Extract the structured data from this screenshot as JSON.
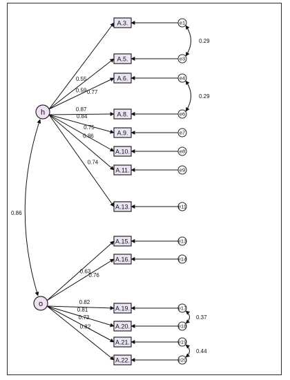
{
  "latents": [
    {
      "id": "h",
      "label": "h"
    },
    {
      "id": "o",
      "label": "o"
    }
  ],
  "factor_correlation": "0.86",
  "indicators": [
    {
      "label": "A.3.",
      "factor": "h",
      "loading": "0.55",
      "error": "e1"
    },
    {
      "label": "A.5.",
      "factor": "h",
      "loading": "0.59",
      "error": "e3"
    },
    {
      "label": "A.6.",
      "factor": "h",
      "loading": "0.77",
      "error": "e4"
    },
    {
      "label": "A.8.",
      "factor": "h",
      "loading": "0.87",
      "error": "e6"
    },
    {
      "label": "A.9.",
      "factor": "h",
      "loading": "0.84",
      "error": "e7"
    },
    {
      "label": "A.10.",
      "factor": "h",
      "loading": "0.75",
      "error": "e8"
    },
    {
      "label": "A.11.",
      "factor": "h",
      "loading": "0.86",
      "error": "e9"
    },
    {
      "label": "A.13.",
      "factor": "h",
      "loading": "0.74",
      "error": "e11"
    },
    {
      "label": "A.15.",
      "factor": "o",
      "loading": "0.63",
      "error": "e13"
    },
    {
      "label": "A.16.",
      "factor": "o",
      "loading": "0.76",
      "error": "e14"
    },
    {
      "label": "A.19.",
      "factor": "o",
      "loading": "0.82",
      "error": "e17"
    },
    {
      "label": "A.20.",
      "factor": "o",
      "loading": "0.81",
      "error": "e18"
    },
    {
      "label": "A.21.",
      "factor": "o",
      "loading": "0.73",
      "error": "e19"
    },
    {
      "label": "A.22.",
      "factor": "o",
      "loading": "0.82",
      "error": "e20"
    }
  ],
  "error_covariances": [
    {
      "between": [
        "e1",
        "e3"
      ],
      "value": "0.29"
    },
    {
      "between": [
        "e4",
        "e6"
      ],
      "value": "0.29"
    },
    {
      "between": [
        "e17",
        "e18"
      ],
      "value": "0.37"
    },
    {
      "between": [
        "e19",
        "e20"
      ],
      "value": "0.44"
    }
  ]
}
